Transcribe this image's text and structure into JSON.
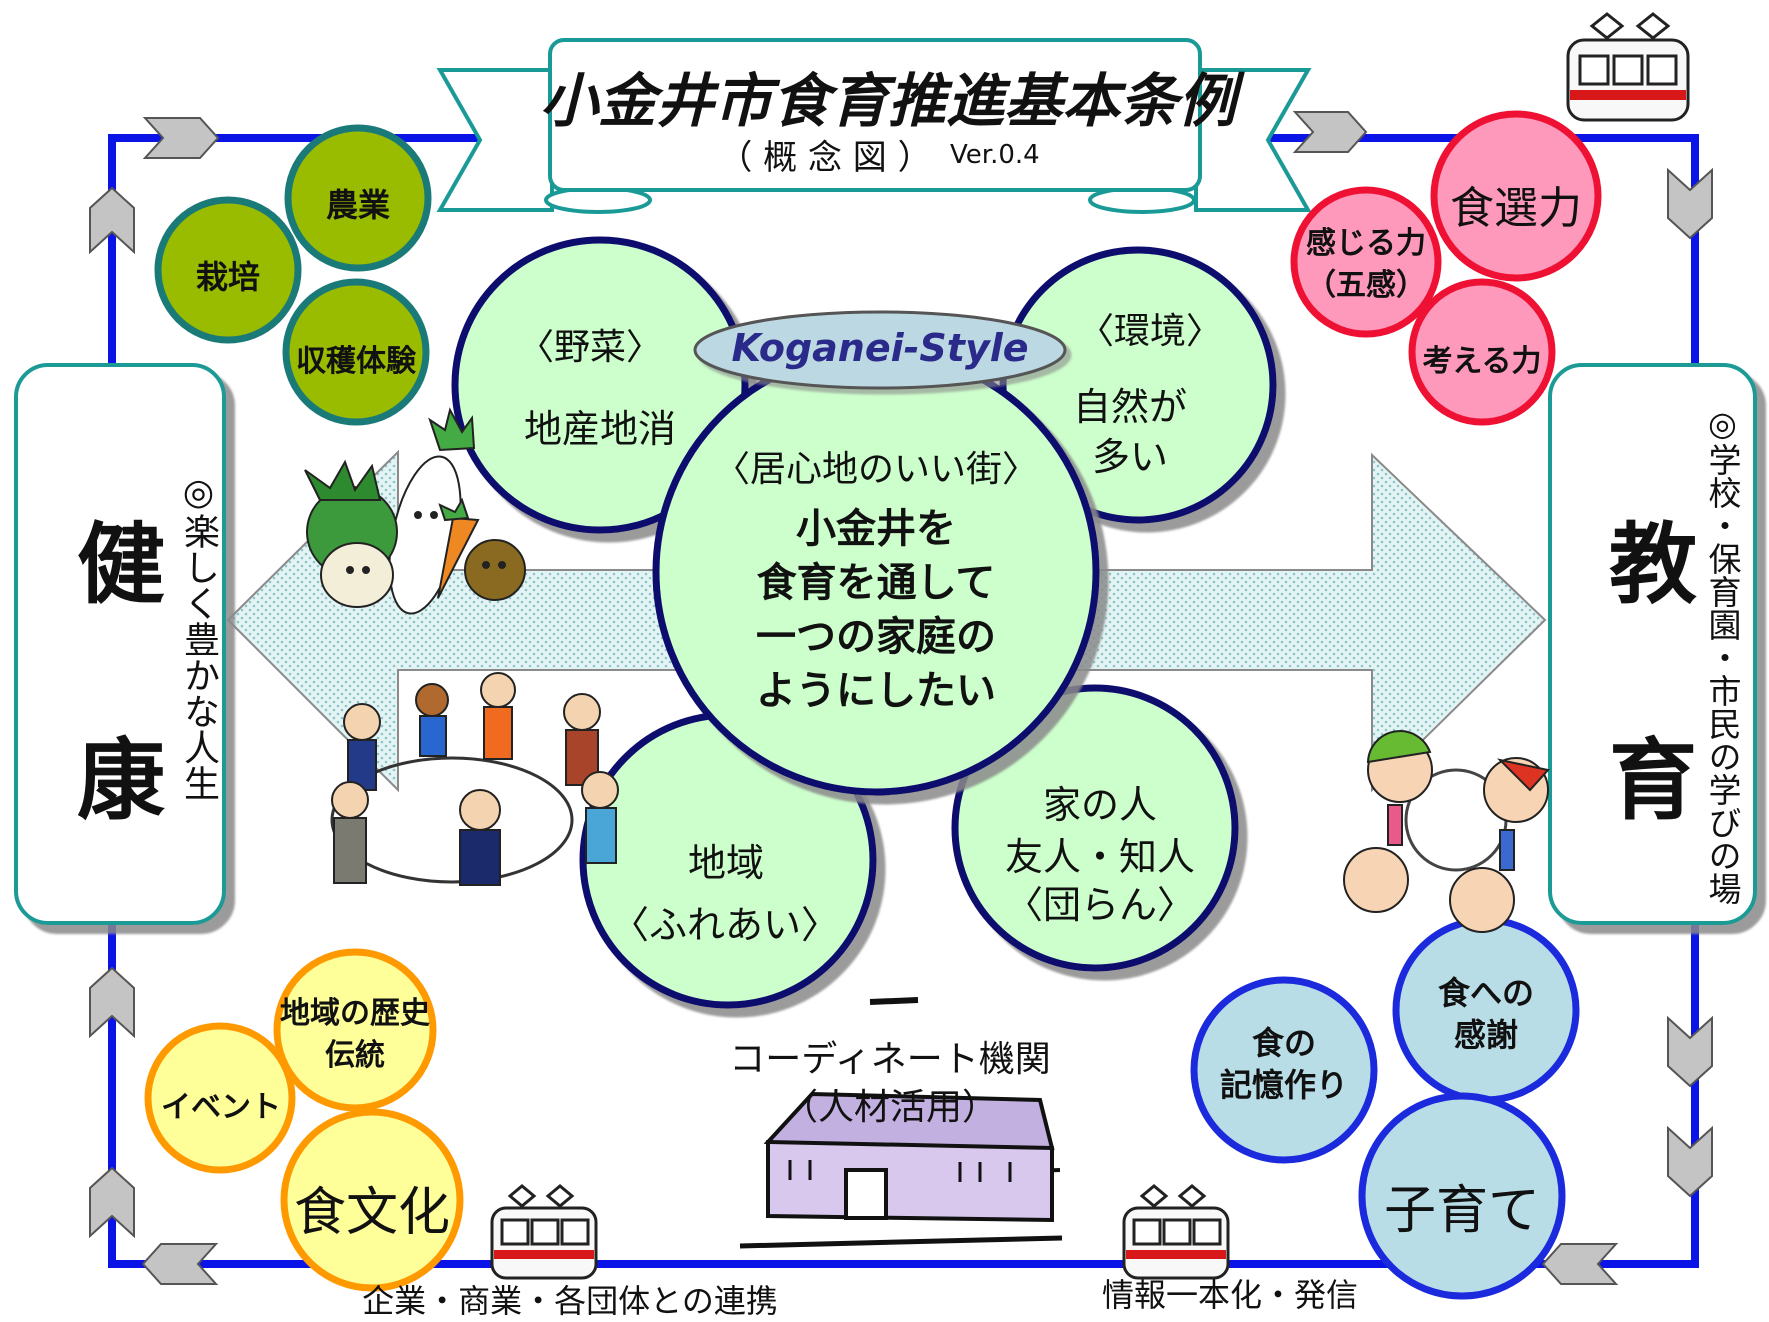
{
  "title": {
    "main": "小金井市食育推進基本条例",
    "sub": "（ 概 念 図 ）",
    "version": "Ver.0.4"
  },
  "center": {
    "badge": "Koganei-Style",
    "heading": "〈居心地のいい街〉",
    "lines": [
      "小金井を",
      "食育を通して",
      "一つの家庭の",
      "ようにしたい"
    ]
  },
  "petals": {
    "vegetables": {
      "heading": "〈野菜〉",
      "text": "地産地消"
    },
    "environment": {
      "heading": "〈環境〉",
      "lines": [
        "自然が",
        "多い"
      ]
    },
    "community": {
      "heading": "地域",
      "text": "〈ふれあい〉"
    },
    "family": {
      "lines": [
        "家の人",
        "友人・知人",
        "〈団らん〉"
      ]
    }
  },
  "left_panel": {
    "title": "健康",
    "title_top": "健",
    "title_bottom": "康",
    "caption": "◎楽しく豊かな人生"
  },
  "right_panel": {
    "title_top": "教",
    "title_bottom": "育",
    "caption": "◎学校・保育園・市民の学びの場"
  },
  "green_circles": [
    "農業",
    "栽培",
    "収穫体験"
  ],
  "pink_circles": {
    "skill_choose": "食選力",
    "skill_feel_1": "感じる力",
    "skill_feel_2": "（五感）",
    "skill_think": "考える力"
  },
  "blue_circles": {
    "thanks_1": "食への",
    "thanks_2": "感謝",
    "memory_1": "食の",
    "memory_2": "記憶作り",
    "childcare": "子育て"
  },
  "orange_circles": {
    "history_1": "地域の歴史",
    "history_2": "伝統",
    "event": "イベント",
    "culture": "食文化"
  },
  "coordinator": {
    "line1": "コーディネート機関",
    "line2": "（人材活用）"
  },
  "bottom_labels": {
    "left": "企業・商業・各団体との連携",
    "right": "情報一本化・発信"
  },
  "colors": {
    "loop": "#0a14e6",
    "petal_fill": "#ccffcc",
    "petal_border": "#0b0b6e",
    "green": "#99bb00",
    "green_border": "#1a7a78",
    "pink": "#ff99bb",
    "pink_border": "#ee1133",
    "blue": "#b8dde6",
    "blue_border": "#1a2adc",
    "orange": "#ffff99",
    "orange_border": "#ff9900",
    "teal": "#1a9a96",
    "badge": "#bcd8e2",
    "badge_text": "#2a2a8a",
    "building": "#d8c8ee",
    "train_red": "#d81818"
  }
}
